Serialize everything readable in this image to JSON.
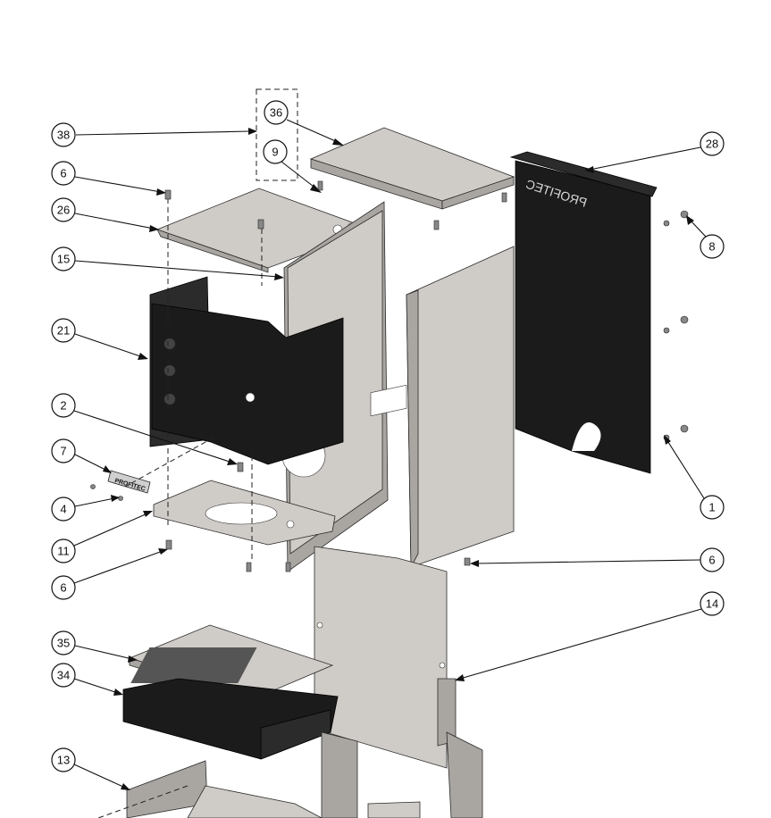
{
  "callouts": [
    {
      "label": "38"
    },
    {
      "label": "36"
    },
    {
      "label": "9"
    },
    {
      "label": "28"
    },
    {
      "label": "6"
    },
    {
      "label": "26"
    },
    {
      "label": "15"
    },
    {
      "label": "8"
    },
    {
      "label": "21"
    },
    {
      "label": "2"
    },
    {
      "label": "7"
    },
    {
      "label": "4"
    },
    {
      "label": "11"
    },
    {
      "label": "6"
    },
    {
      "label": "1"
    },
    {
      "label": "6"
    },
    {
      "label": "14"
    },
    {
      "label": "35"
    },
    {
      "label": "34"
    },
    {
      "label": "13"
    }
  ],
  "parts": {
    "brand_plate_text": "PROFITEC",
    "back_panel_text": "PROFITEC"
  }
}
